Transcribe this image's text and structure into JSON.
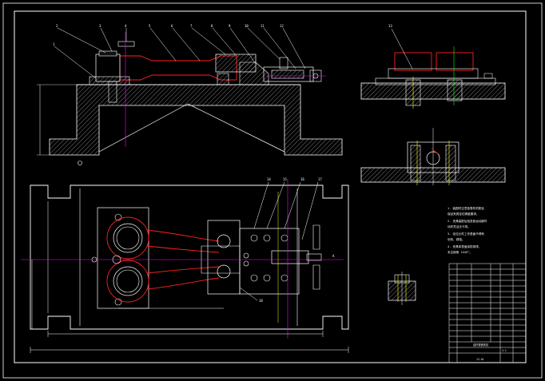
{
  "drawing": {
    "part_labels_top": [
      "2",
      "3",
      "4",
      "5",
      "6",
      "7",
      "8",
      "9",
      "10",
      "11",
      "12"
    ],
    "part_label_left": "1",
    "side_view_label": "13",
    "plan_labels": [
      "14",
      "15",
      "16",
      "17"
    ],
    "plan_bottom_label": "18",
    "view_tag_a": "A",
    "tech_notes": [
      "1. 装配时注意各零件的配合",
      "   保证夹具定位精度要求。",
      "2. 夹具装配后检查各运动部件",
      "   动作灵活无卡滞。",
      "3. 定位元件工作表面不得有",
      "   划伤、锈蚀。",
      "4. 夹具体表面涂防锈漆，",
      "   未注倒角 1X45°。"
    ],
    "title_block": {
      "main_title": "连杆铣槽夹具",
      "drawing_no": "JJ-01",
      "scale": "1:1"
    }
  },
  "colors": {
    "background": "#000000",
    "outline": "#ffffff",
    "highlight": "#ff2020",
    "centerline": "#ff00ff",
    "leader": "#ffff00",
    "dimension": "#00ff00",
    "hatch": "#ffffff"
  }
}
